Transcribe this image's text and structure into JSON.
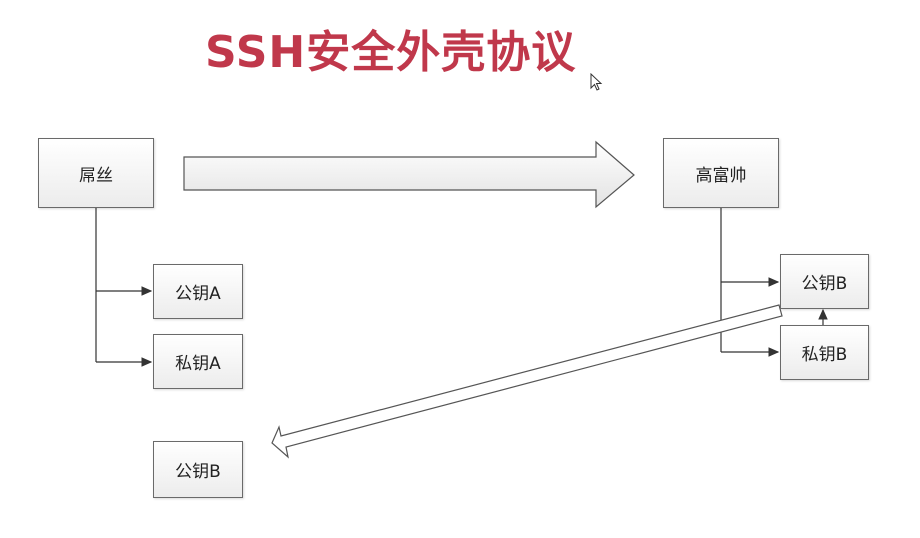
{
  "title": "SSH安全外壳协议",
  "nodes": {
    "diaosi": "屌丝",
    "gaofushuai": "高富帅",
    "pubkey_a": "公钥A",
    "privkey_a": "私钥A",
    "pubkey_b_server": "公钥B",
    "privkey_b": "私钥B",
    "pubkey_b_client": "公钥B"
  },
  "icons": {
    "cursor": "mouse-pointer-icon"
  },
  "colors": {
    "title": "#c0384b",
    "border": "#6a6a6a"
  }
}
